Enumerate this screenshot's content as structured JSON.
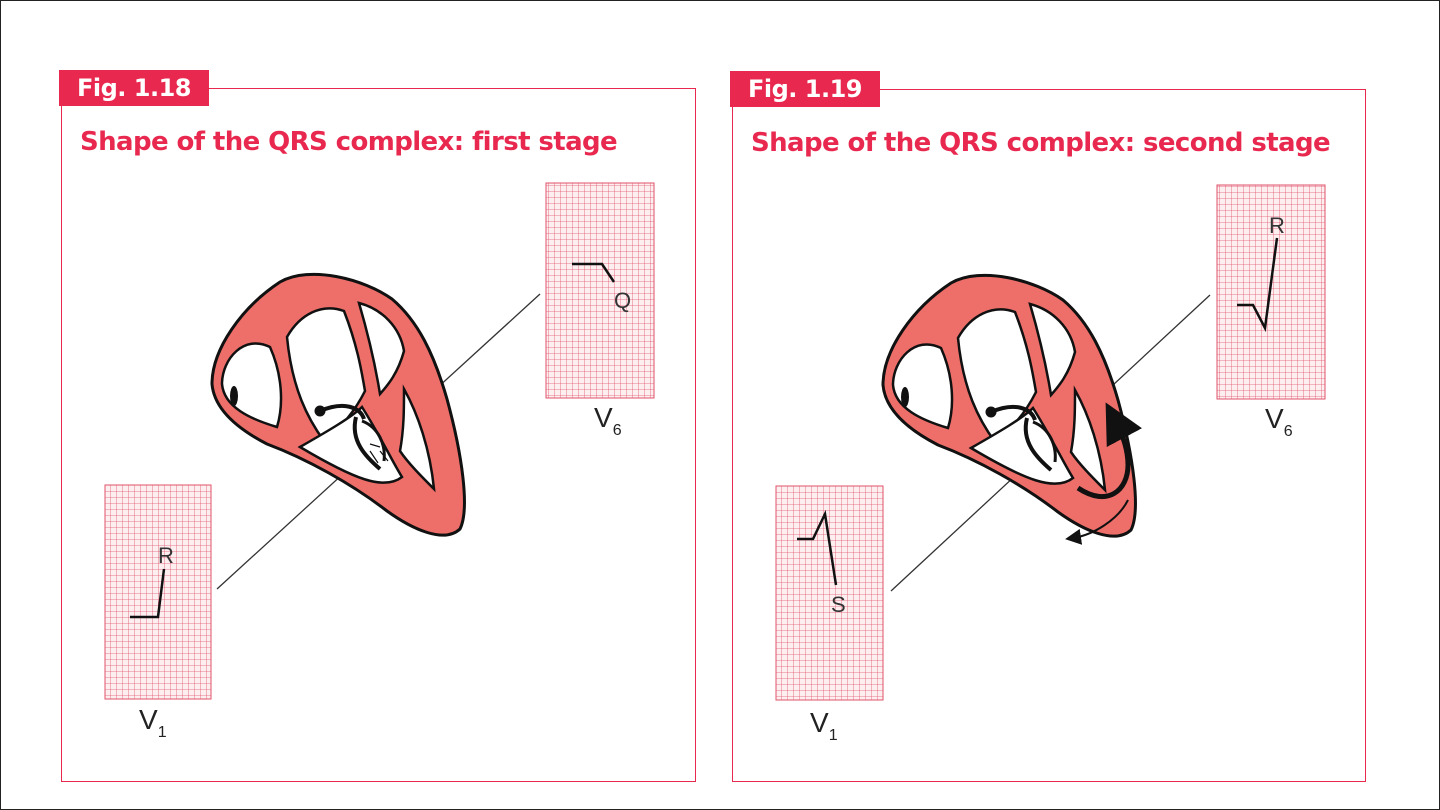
{
  "figures": [
    {
      "tag": "Fig. 1.18",
      "title": "Shape of the QRS complex: first stage",
      "leads": {
        "v1": {
          "lead": "V",
          "sub": "1",
          "wave": "R"
        },
        "v6": {
          "lead": "V",
          "sub": "6",
          "wave": "Q"
        }
      }
    },
    {
      "tag": "Fig. 1.19",
      "title": "Shape of the QRS complex: second stage",
      "leads": {
        "v1": {
          "lead": "V",
          "sub": "1",
          "wave": "S"
        },
        "v6": {
          "lead": "V",
          "sub": "6",
          "wave": "R"
        }
      }
    }
  ],
  "colors": {
    "accent": "#e8284e",
    "heart": "#ee6f6a",
    "grid": "#e0526a"
  }
}
